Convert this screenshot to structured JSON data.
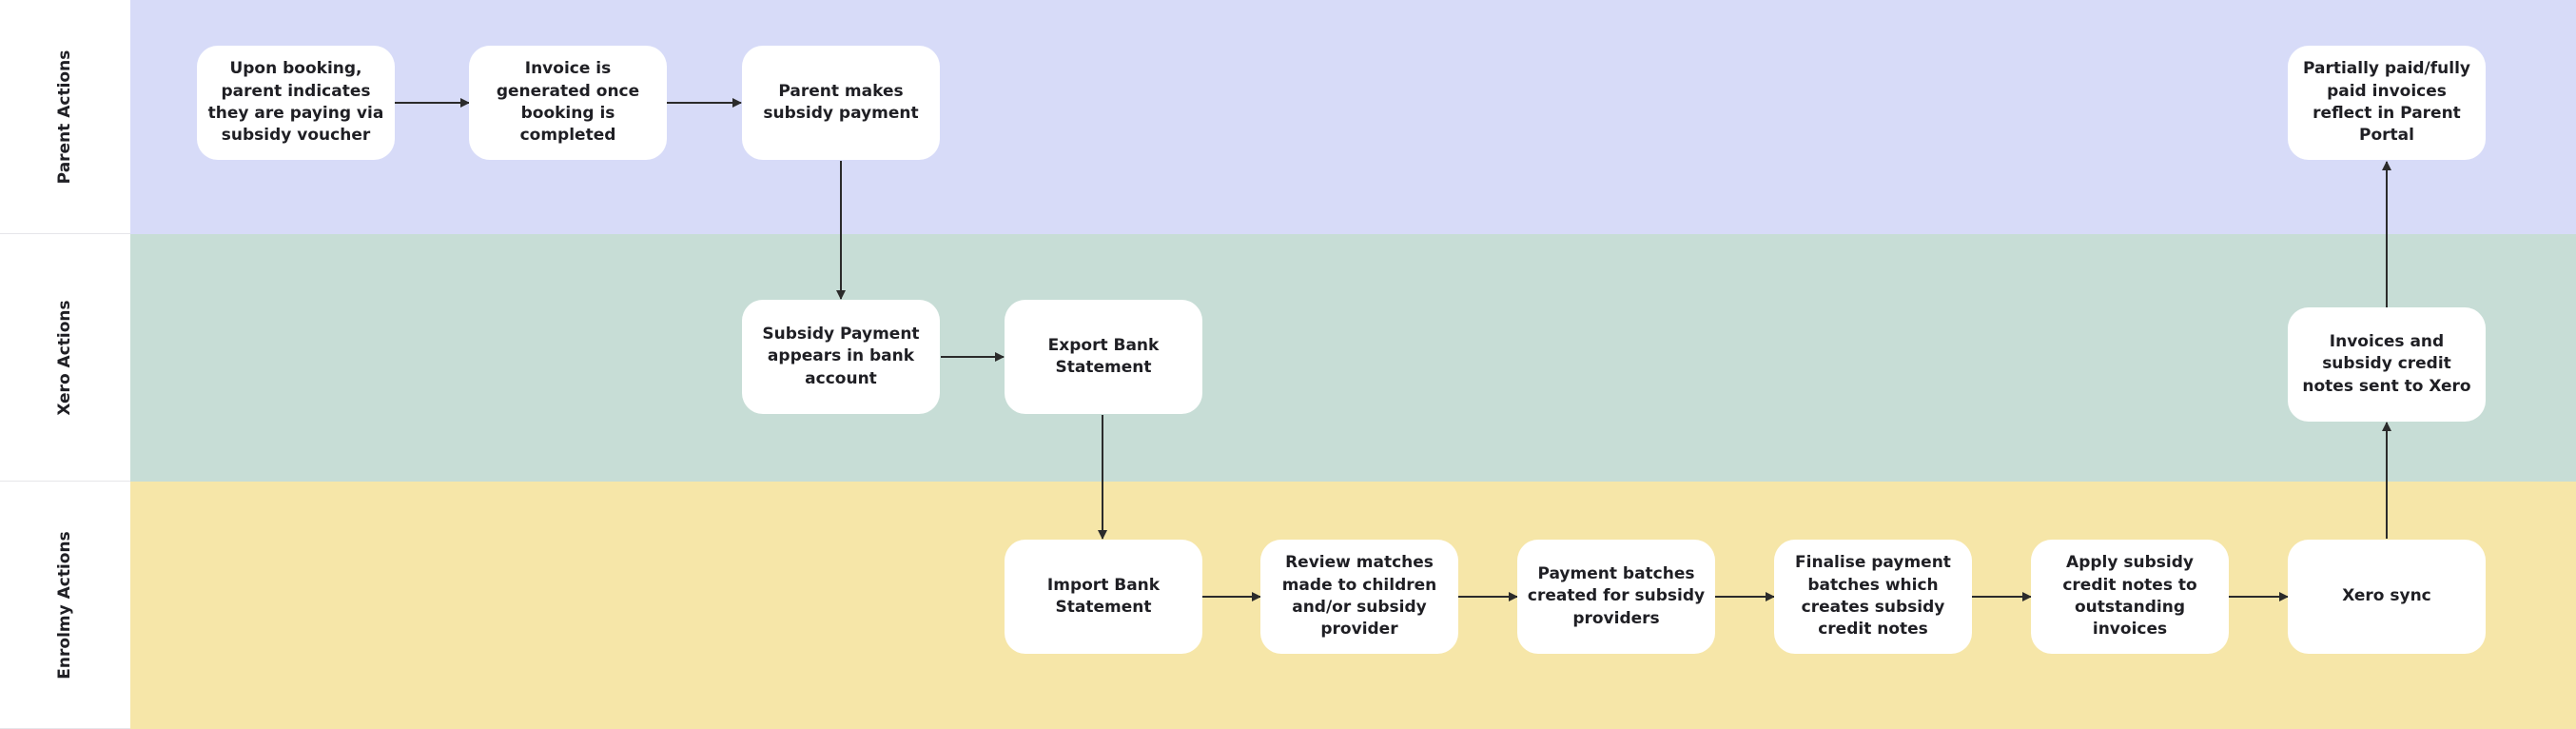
{
  "lanes": {
    "parent": "Parent Actions",
    "xero": "Xero Actions",
    "enrolmy": "Enrolmy Actions"
  },
  "nodes": {
    "booking_voucher": "Upon booking, parent indicates they are paying via subsidy voucher",
    "invoice_generated": "Invoice is generated once booking is completed",
    "parent_payment": "Parent makes subsidy payment",
    "invoices_reflect": "Partially paid/fully paid invoices reflect in Parent Portal",
    "payment_in_bank": "Subsidy Payment appears in bank account",
    "export_statement": "Export Bank Statement",
    "sent_to_xero": "Invoices and subsidy credit notes sent to Xero",
    "import_statement": "Import Bank Statement",
    "review_matches": "Review matches made to children and/or subsidy provider",
    "payment_batches": "Payment batches created for subsidy providers",
    "finalise_batches": "Finalise payment batches which creates subsidy credit notes",
    "apply_credit": "Apply subsidy credit notes to outstanding invoices",
    "xero_sync": "Xero sync"
  },
  "colors": {
    "parent_lane": "#d7dbf8",
    "xero_lane": "#c7ddd6",
    "enrolmy_lane": "#f6e6a8",
    "arrow": "#2b2b2b"
  }
}
